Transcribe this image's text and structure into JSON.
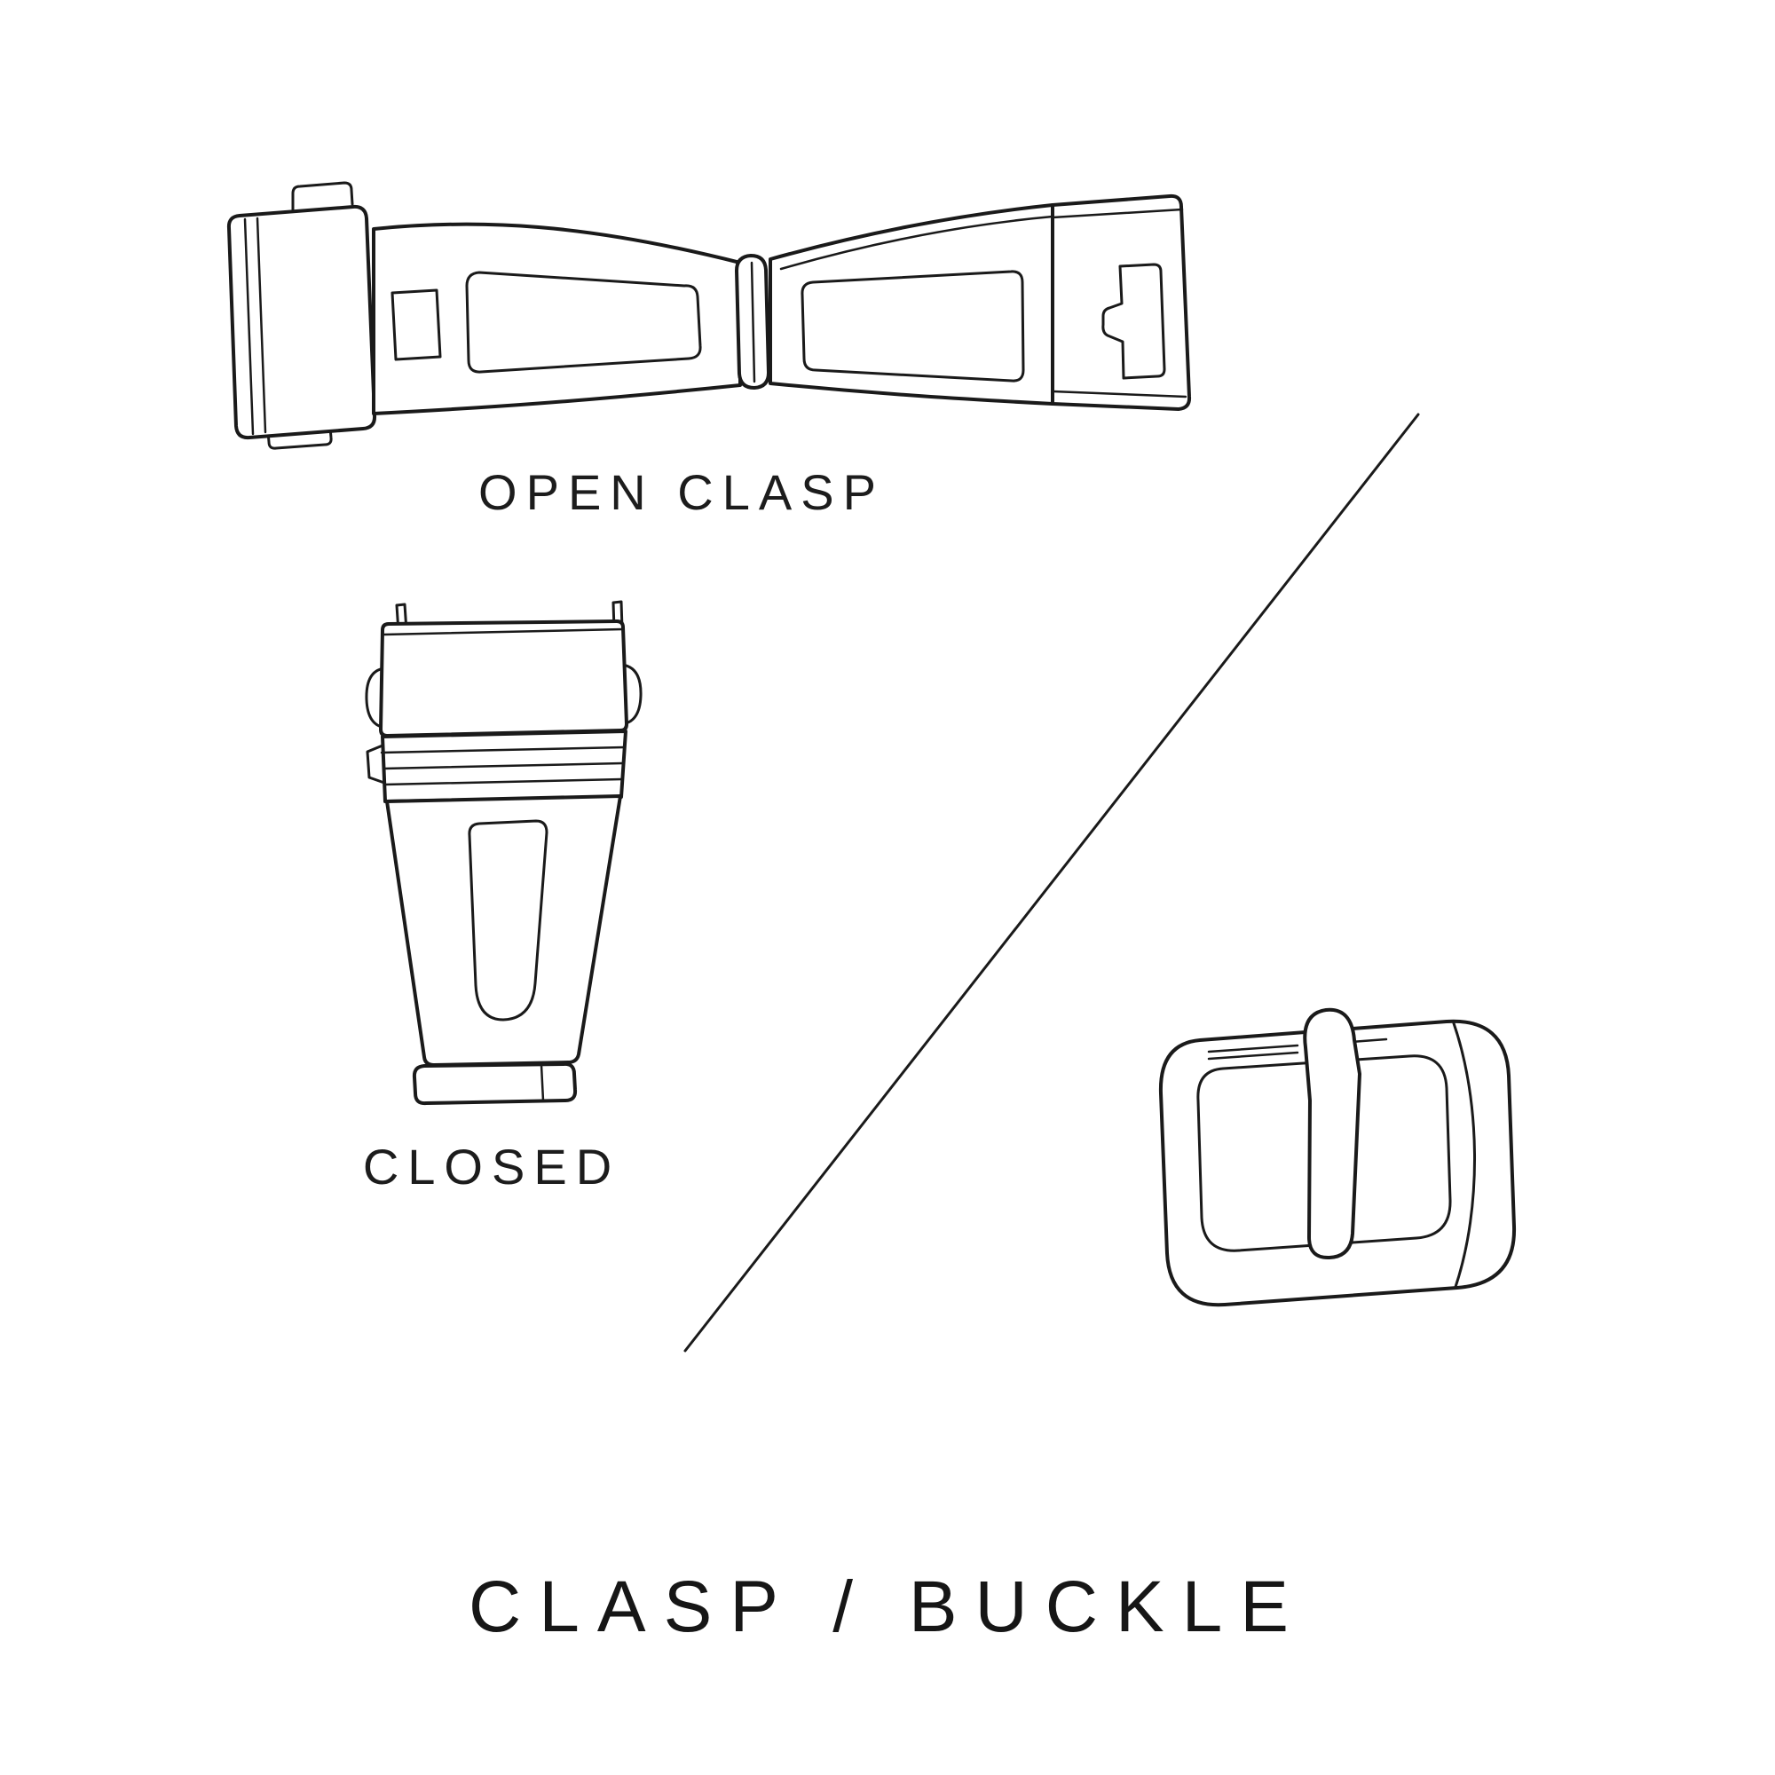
{
  "page": {
    "background_color": "#ffffff",
    "line_color": "#1a1a1a"
  },
  "labels": {
    "open_clasp": "OPEN CLASP",
    "closed": "CLOSED",
    "title": "CLASP / BUCKLE"
  },
  "illustrations": [
    {
      "name": "open-clasp-illustration"
    },
    {
      "name": "closed-clasp-illustration"
    },
    {
      "name": "tang-buckle-illustration"
    },
    {
      "name": "diagonal-divider-line"
    }
  ]
}
